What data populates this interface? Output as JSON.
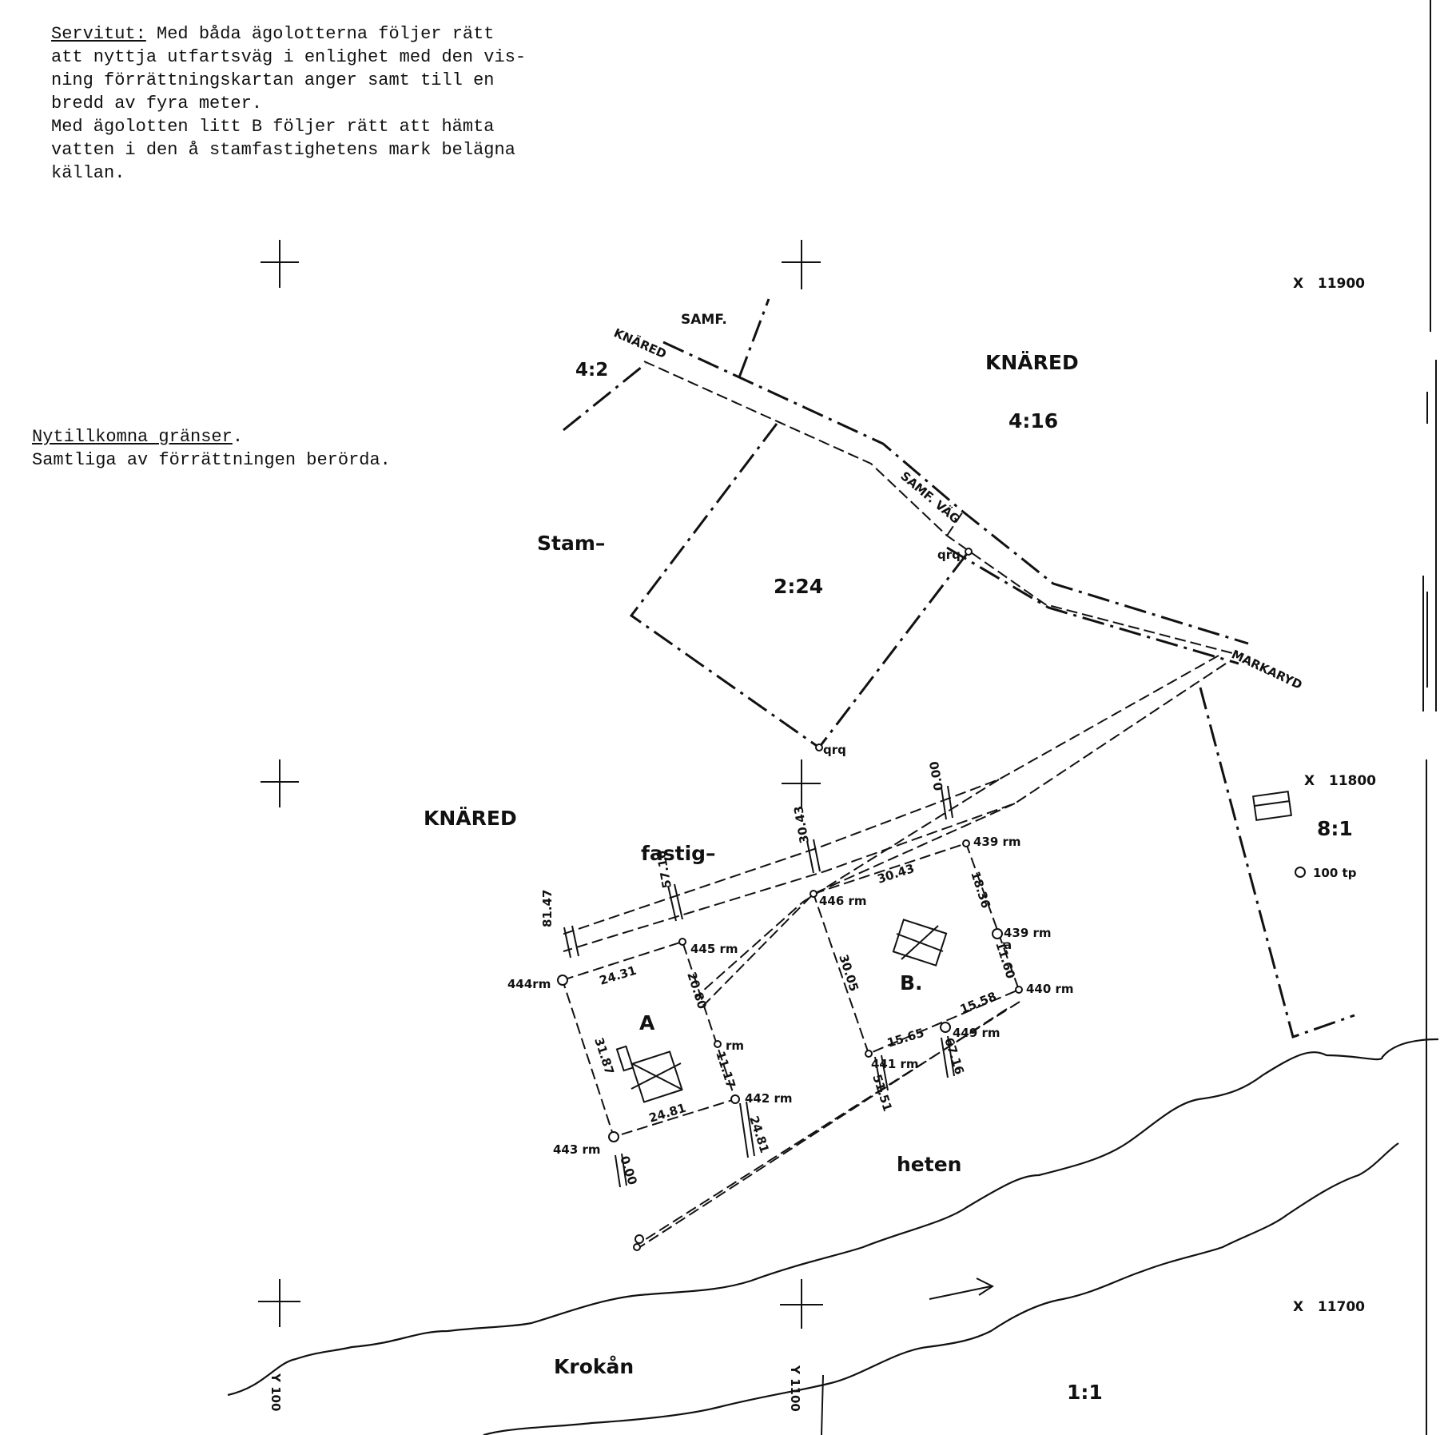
{
  "notes": {
    "servitut_heading": "Servitut:",
    "servitut_lines": [
      " Med båda ägolotterna följer rätt",
      "att nyttja utfartsväg i enlighet med den vis-",
      "ning förrättningskartan anger samt till en",
      "bredd av fyra meter.",
      "Med ägolotten litt B följer rätt att hämta",
      "vatten i den å stamfastighetens mark belägna",
      "källan."
    ],
    "gransar_heading": "Nytillkomna gränser",
    "gransar_line": "Samtliga av förrättningen berörda."
  },
  "map": {
    "labels": {
      "samf_top": "SAMF.",
      "knared_road": "KNÄRED",
      "parcel_4_2": "4:2",
      "knared_ne": "KNÄRED",
      "parcel_4_16": "4:16",
      "samf_vag": "SAMF. VÄG",
      "stam": "Stam–",
      "parcel_2_24": "2:24",
      "markaryd": "MARKARYD",
      "knared_w": "KNÄRED",
      "fastig": "fastig–",
      "heten": "heten",
      "parcel_8_1": "8:1",
      "tp_100": "100 tp",
      "lot_a": "A",
      "lot_b": "B.",
      "krokan": "Krokån",
      "parcel_1_1": "1:1",
      "qrq_1": "qrq",
      "qrq_2": "qrq",
      "rm_a": "rm",
      "a_mark": "a"
    },
    "grid": {
      "x_11900": "X   11900",
      "x_11800": "X   11800",
      "x_11700": "X   11700",
      "y_1100": "Y 1100",
      "y_100": "Y 100"
    },
    "points": {
      "p444": "444rm",
      "p445": "445 rm",
      "p446": "446 rm",
      "p439a": "439 rm",
      "p439b": "439 rm",
      "p440": "440 rm",
      "p449": "449 rm",
      "p441": "441 rm",
      "p442": "442 rm",
      "p443": "443 rm"
    },
    "measurements": {
      "m1": "24.31",
      "m2": "20.80",
      "m3": "31.87",
      "m4": "11.17",
      "m5": "24.81",
      "m6": "24.81",
      "m7": "0.00",
      "m8": "81.47",
      "m9": "57.16",
      "m10": "30.43",
      "m11": "0.00",
      "m12": "30.43",
      "m13": "18.36",
      "m14": "11.60",
      "m15": "15.58",
      "m16": "15.65",
      "m17": "30.05",
      "m18": "51.51",
      "m19": "67.16"
    }
  }
}
